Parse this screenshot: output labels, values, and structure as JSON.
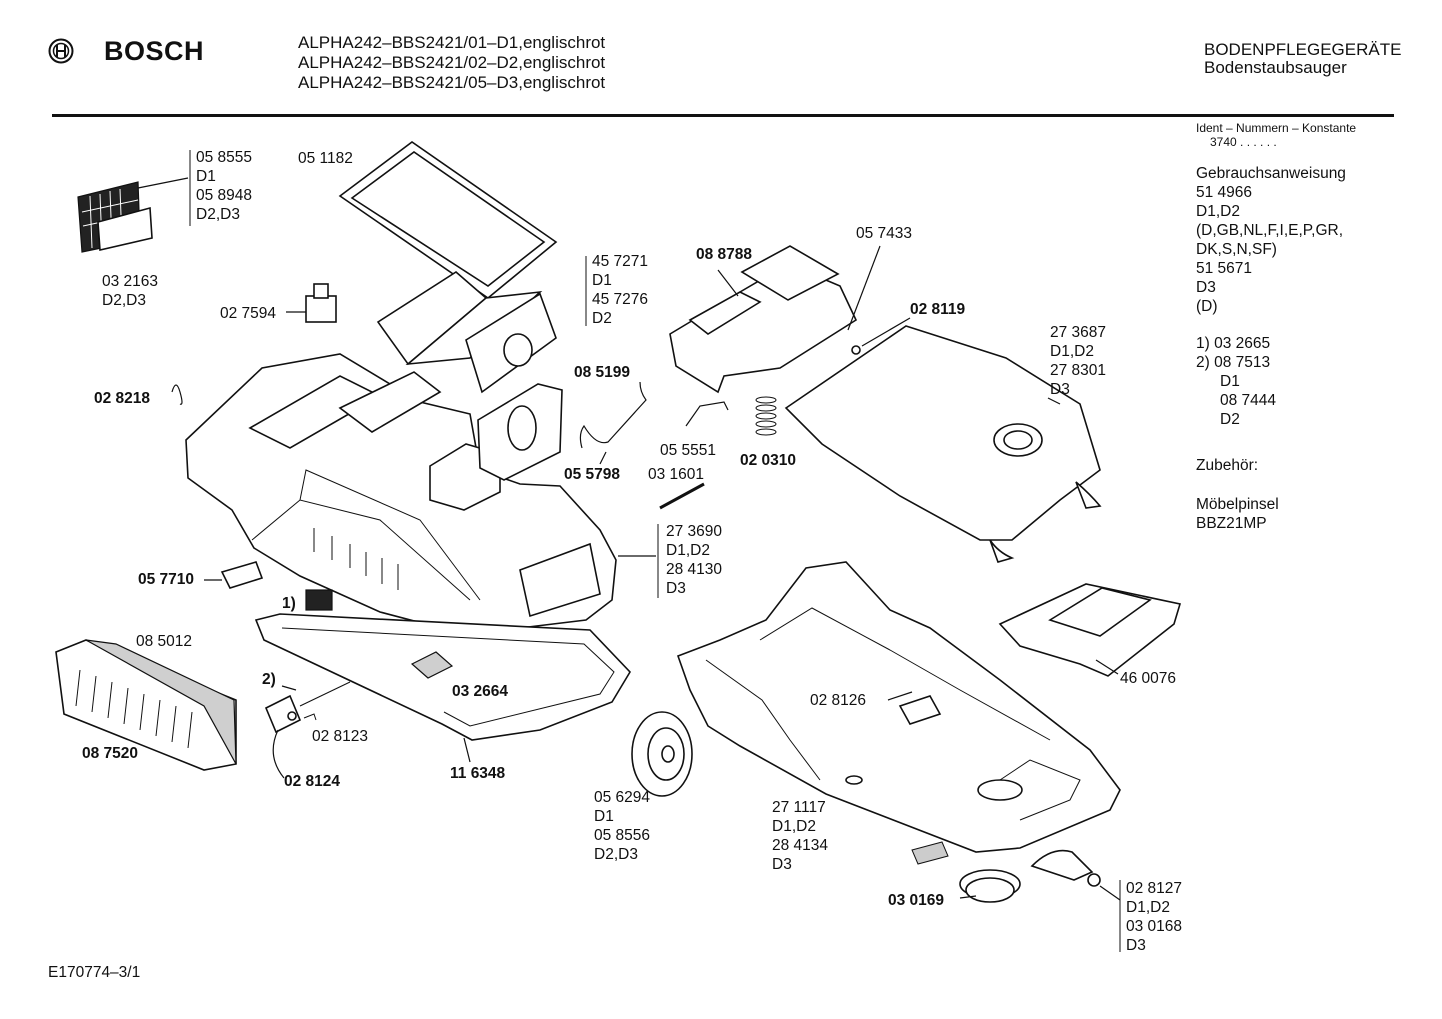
{
  "header": {
    "brand": "BOSCH",
    "model_lines": [
      "ALPHA242–BBS2421/01–D1,englischrot",
      "ALPHA242–BBS2421/02–D2,englischrot",
      "ALPHA242–BBS2421/05–D3,englischrot"
    ],
    "category": "BODENPFLEGEGERÄTE",
    "subcategory": "Bodenstaubsauger"
  },
  "info": {
    "ident_label": "Ident – Nummern – Konstante",
    "ident_value": "3740  . .   . . . .",
    "manual_title": "Gebrauchsanweisung",
    "manual_lines": [
      "51 4966",
      "D1,D2",
      "(D,GB,NL,F,I,E,P,GR,",
      "DK,S,N,SF)",
      "51 5671",
      "D3",
      "(D)"
    ],
    "footnote_lines": [
      "1)  03 2665",
      "2)  08 7513",
      "D1",
      "08 7444",
      "D2"
    ],
    "accessories_title": "Zubehör:",
    "accessories_lines": [
      "Möbelpinsel",
      "BBZ21MP"
    ]
  },
  "parts": {
    "p058555": [
      "05 8555",
      "D1",
      "05 8948",
      "D2,D3"
    ],
    "p051182": "05 1182",
    "p032163": [
      "03 2163",
      "D2,D3"
    ],
    "p027594": "02 7594",
    "p457271": [
      "45 7271",
      "D1",
      "45 7276",
      "D2"
    ],
    "p088788": "08 8788",
    "p057433": "05 7433",
    "p028119": "02 8119",
    "p273687": [
      "27 3687",
      "D1,D2",
      "27 8301",
      "D3"
    ],
    "p028218": "02 8218",
    "p085199": "08 5199",
    "p055551": "05 5551",
    "p020310": "02 0310",
    "p055798": "05 5798",
    "p031601": "03 1601",
    "p273690": [
      "27 3690",
      "D1,D2",
      "28 4130",
      "D3"
    ],
    "p057710": "05 7710",
    "fn1": "1)",
    "p085012": "08 5012",
    "fn2": "2)",
    "p032664": "03 2664",
    "p087520": "08 7520",
    "p028123": "02 8123",
    "p028124": "02 8124",
    "p116348": "11 6348",
    "p460076": "46 0076",
    "p028126": "02 8126",
    "p056294": [
      "05 6294",
      "D1",
      "05 8556",
      "D2,D3"
    ],
    "p271117": [
      "27 1117",
      "D1,D2",
      "28 4134",
      "D3"
    ],
    "p030169": "03 0169",
    "p028127": [
      "02 8127",
      "D1,D2",
      "03 0168",
      "D3"
    ]
  },
  "footer": {
    "drawing_id": "E170774–3/1"
  }
}
